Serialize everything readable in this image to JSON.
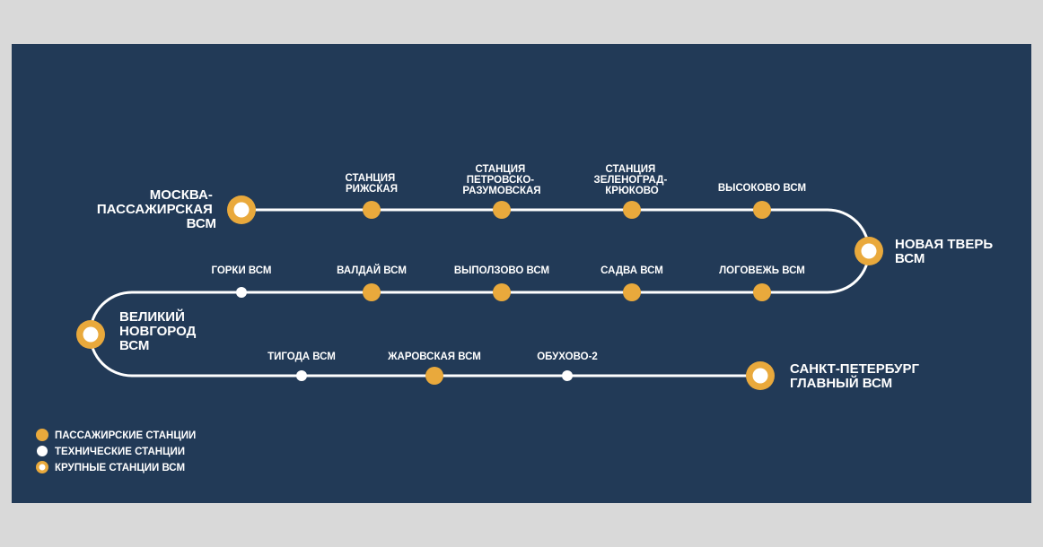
{
  "colors": {
    "background": "#223a57",
    "outer": "#d9d9d9",
    "line": "#ffffff",
    "passenger": "#e9a93c",
    "technical": "#ffffff"
  },
  "stations": {
    "moskva": [
      "МОСКВА-",
      "ПАССАЖИРСКАЯ",
      "ВСМ"
    ],
    "rizhskaya": [
      "СТАНЦИЯ",
      "РИЖСКАЯ"
    ],
    "petrovsko": [
      "СТАНЦИЯ",
      "ПЕТРОВСКО-",
      "РАЗУМОВСКАЯ"
    ],
    "zelenograd": [
      "СТАНЦИЯ",
      "ЗЕЛЕНОГРАД-",
      "КРЮКОВО"
    ],
    "vysokovo": [
      "ВЫСОКОВО ВСМ"
    ],
    "novaya_tver": [
      "НОВАЯ ТВЕРЬ",
      "ВСМ"
    ],
    "logovezh": [
      "ЛОГОВЕЖЬ ВСМ"
    ],
    "sadva": [
      "САДВА ВСМ"
    ],
    "vypolzovo": [
      "ВЫПОЛЗОВО ВСМ"
    ],
    "valday": [
      "ВАЛДАЙ ВСМ"
    ],
    "gorki": [
      "ГОРКИ ВСМ"
    ],
    "novgorod": [
      "ВЕЛИКИЙ",
      "НОВГОРОД",
      "ВСМ"
    ],
    "tigoda": [
      "ТИГОДА ВСМ"
    ],
    "zharovskaya": [
      "ЖАРОВСКАЯ ВСМ"
    ],
    "obukhovo": [
      "ОБУХОВО-2"
    ],
    "spb": [
      "САНКТ-ПЕТЕРБУРГ",
      "ГЛАВНЫЙ ВСМ"
    ]
  },
  "legend": {
    "passenger": "ПАССАЖИРСКИЕ СТАНЦИИ",
    "technical": "ТЕХНИЧЕСКИЕ СТАНЦИИ",
    "major": "КРУПНЫЕ СТАНЦИИ ВСМ"
  }
}
